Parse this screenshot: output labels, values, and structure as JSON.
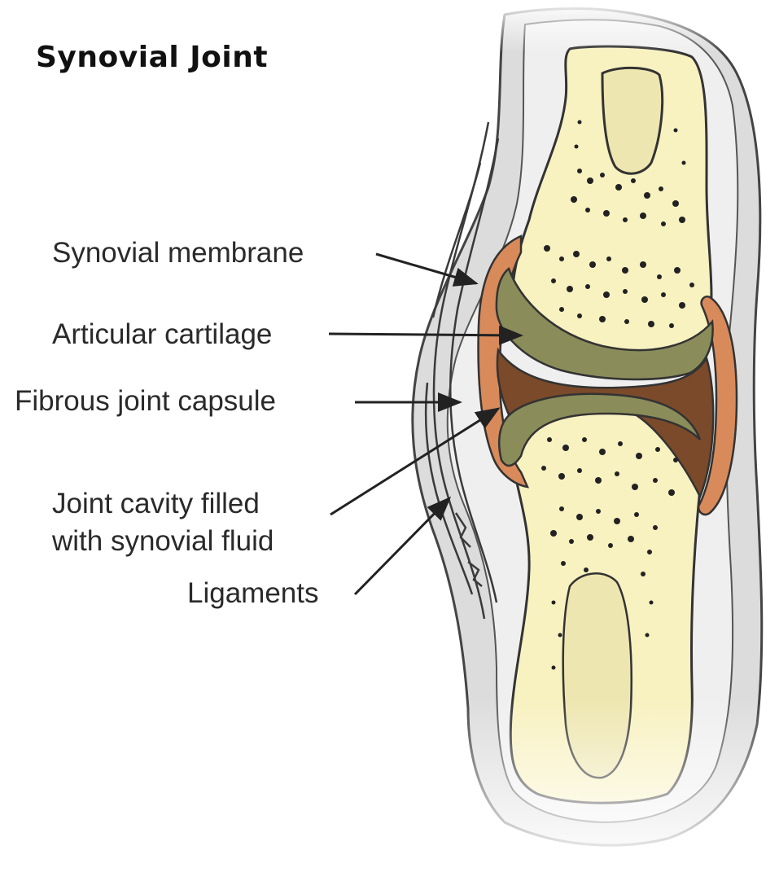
{
  "title": "Synovial Joint",
  "labels": {
    "synovial_membrane": "Synovial membrane",
    "articular_cartilage": "Articular cartilage",
    "fibrous_capsule": "Fibrous joint capsule",
    "joint_cavity_line1": "Joint cavity filled",
    "joint_cavity_line2": "with synovial fluid",
    "ligaments": "Ligaments"
  },
  "colors": {
    "bone": "#f8f1c0",
    "cartilage": "#8a8c5a",
    "cavity_fluid": "#7a4a2a",
    "membrane": "#d98a5a",
    "tissue": "#d9d9d9",
    "outline": "#333333"
  }
}
